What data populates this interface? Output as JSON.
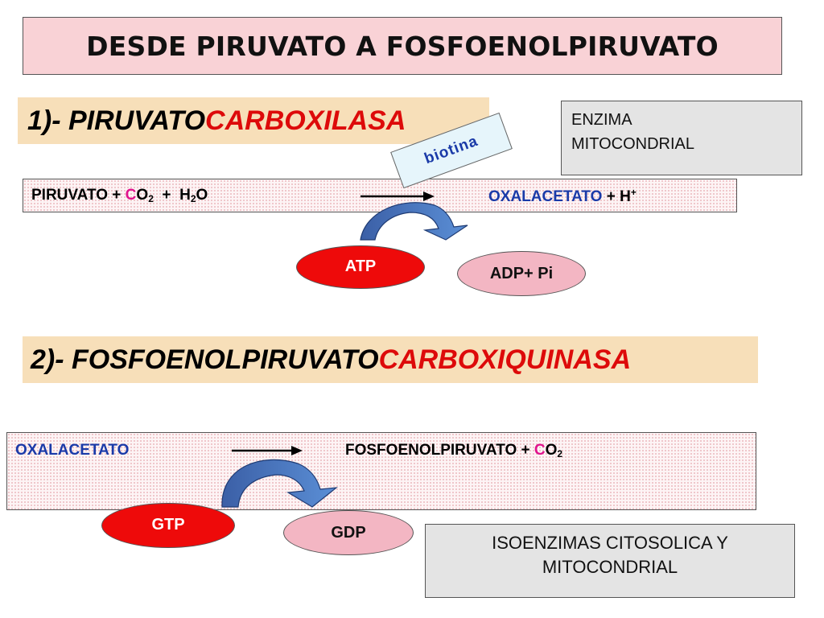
{
  "title": "DESDE PIRUVATO A FOSFOENOLPIRUVATO",
  "step1": {
    "prefix": "1)- PIRUVATO ",
    "highlight": "CARBOXILASA"
  },
  "step2": {
    "prefix": "2)- FOSFOENOLPIRUVATO ",
    "highlight": "CARBOXIQUINASA"
  },
  "note1": {
    "line1": "ENZIMA",
    "line2": "MITOCONDRIAL"
  },
  "note2": {
    "line1": "ISOENZIMAS CITOSOLICA Y",
    "line2": "MITOCONDRIAL"
  },
  "cofactor": "biotina",
  "reaction1": {
    "reactant_a": "PIRUVATO",
    "plus1": " + ",
    "co2_c": "C",
    "co2_o": "O",
    "co2_sub": "2",
    "plus2": "  +  H",
    "h2o_sub": "2",
    "h2o_o": "O",
    "product": "OXALACETATO",
    "plus3": " + H",
    "h_sup": "+",
    "cofactor_in": "ATP",
    "cofactor_out": "ADP+ Pi"
  },
  "reaction2": {
    "reactant": "OXALACETATO",
    "product": "FOSFOENOLPIRUVATO",
    "plus": " + ",
    "co2_c": "C",
    "co2_o": "O",
    "co2_sub": "2",
    "cofactor_in": "GTP",
    "cofactor_out": "GDP"
  },
  "colors": {
    "accent_red": "#dd0a0a",
    "compound_blue": "#1a3aa8",
    "carbon_magenta": "#e0138d",
    "title_bg": "#f9d2d6",
    "banner_bg": "#f7dfb9",
    "note_bg": "#e4e4e4",
    "arc_blue": "#3d6bb5"
  }
}
